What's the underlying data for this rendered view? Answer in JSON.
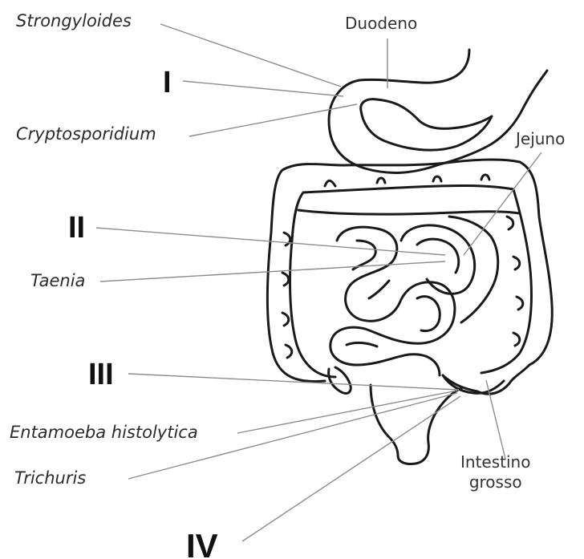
{
  "colors": {
    "outline": "#1a1a1a",
    "leader_line": "#8c8c8c",
    "text": "#2b2b2b",
    "roman": "#111111"
  },
  "organs": {
    "duodenum": "Duodeno",
    "jejunum": "Jejuno",
    "large_intestine_line1": "Intestino",
    "large_intestine_line2": "grosso"
  },
  "parasites": {
    "strongyloides": "Strongyloides",
    "cryptosporidium": "Cryptosporidium",
    "taenia": "Taenia",
    "entamoeba": "Entamoeba histolytica",
    "trichuris": "Trichuris"
  },
  "regions": {
    "r1": "I",
    "r2": "II",
    "r3": "III",
    "r4": "IV"
  }
}
